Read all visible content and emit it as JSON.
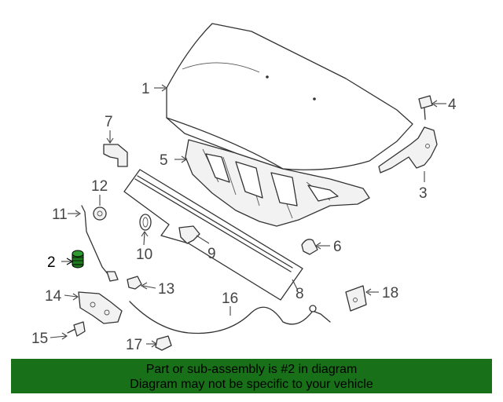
{
  "diagram": {
    "callouts": [
      "1",
      "2",
      "3",
      "4",
      "5",
      "6",
      "7",
      "8",
      "9",
      "10",
      "11",
      "12",
      "13",
      "14",
      "15",
      "16",
      "17",
      "18"
    ],
    "highlighted_part": "2",
    "highlight_color": "#1f7a1f"
  },
  "footer": {
    "line1": "Part or sub-assembly is #2 in diagram",
    "line2": "Diagram may not be specific to your vehicle",
    "background": "#187018"
  }
}
